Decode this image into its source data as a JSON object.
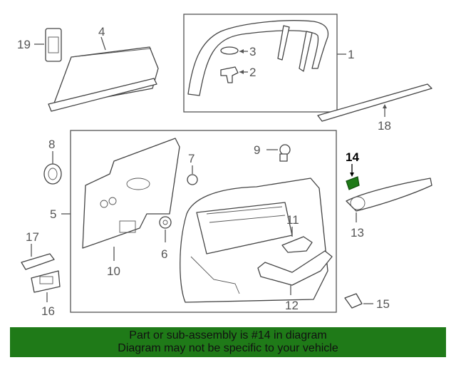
{
  "diagram": {
    "callouts": [
      "1",
      "2",
      "3",
      "4",
      "5",
      "6",
      "7",
      "8",
      "9",
      "10",
      "11",
      "12",
      "13",
      "14",
      "15",
      "16",
      "17",
      "18",
      "19"
    ],
    "highlighted_part": "14",
    "highlight_color": "#1f7a18",
    "parts": [
      {
        "number": "1",
        "icon": "window-frame-trim"
      },
      {
        "number": "2",
        "icon": "clip"
      },
      {
        "number": "3",
        "icon": "grommet"
      },
      {
        "number": "4",
        "icon": "sunshade"
      },
      {
        "number": "5",
        "icon": "door-trim-panel"
      },
      {
        "number": "6",
        "icon": "push-clip"
      },
      {
        "number": "7",
        "icon": "push-clip"
      },
      {
        "number": "8",
        "icon": "speaker-housing"
      },
      {
        "number": "9",
        "icon": "retainer"
      },
      {
        "number": "10",
        "icon": "water-shield"
      },
      {
        "number": "11",
        "icon": "handle-bezel"
      },
      {
        "number": "12",
        "icon": "armrest"
      },
      {
        "number": "13",
        "icon": "trim-molding"
      },
      {
        "number": "14",
        "icon": "switch-insert"
      },
      {
        "number": "15",
        "icon": "reflector"
      },
      {
        "number": "16",
        "icon": "pull-cup"
      },
      {
        "number": "17",
        "icon": "cover"
      },
      {
        "number": "18",
        "icon": "sill-molding"
      },
      {
        "number": "19",
        "icon": "switch"
      }
    ]
  },
  "banner": {
    "line1": "Part or sub-assembly is #14 in diagram",
    "line2": "Diagram may not be specific to your vehicle",
    "background": "#1f7a18"
  }
}
